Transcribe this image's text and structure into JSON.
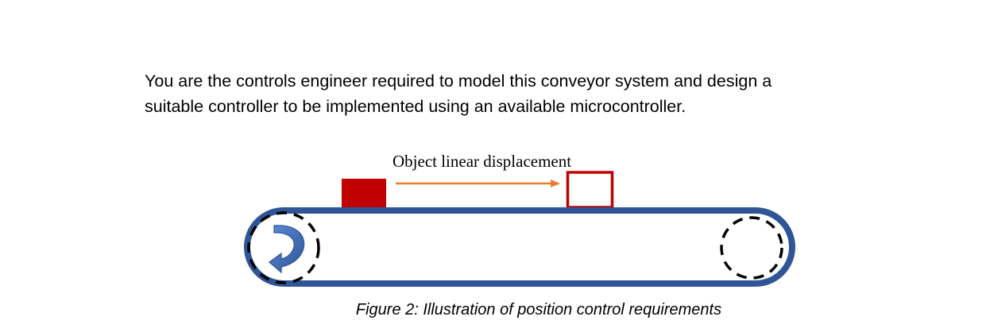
{
  "document": {
    "paragraph_lines": [
      "You are the controls engineer required to model this conveyor system and design a",
      "suitable controller to be implemented using an available microcontroller."
    ],
    "figure": {
      "label": "Object linear displacement",
      "caption": "Figure 2: Illustration of position control requirements",
      "colors": {
        "belt": "#2f5597",
        "object_start": "#c00000",
        "object_target_outline": "#c00000",
        "arrow": "#ed7d31",
        "rotation_arrow": "#4472c4",
        "roller_dash": "#000000"
      }
    }
  }
}
